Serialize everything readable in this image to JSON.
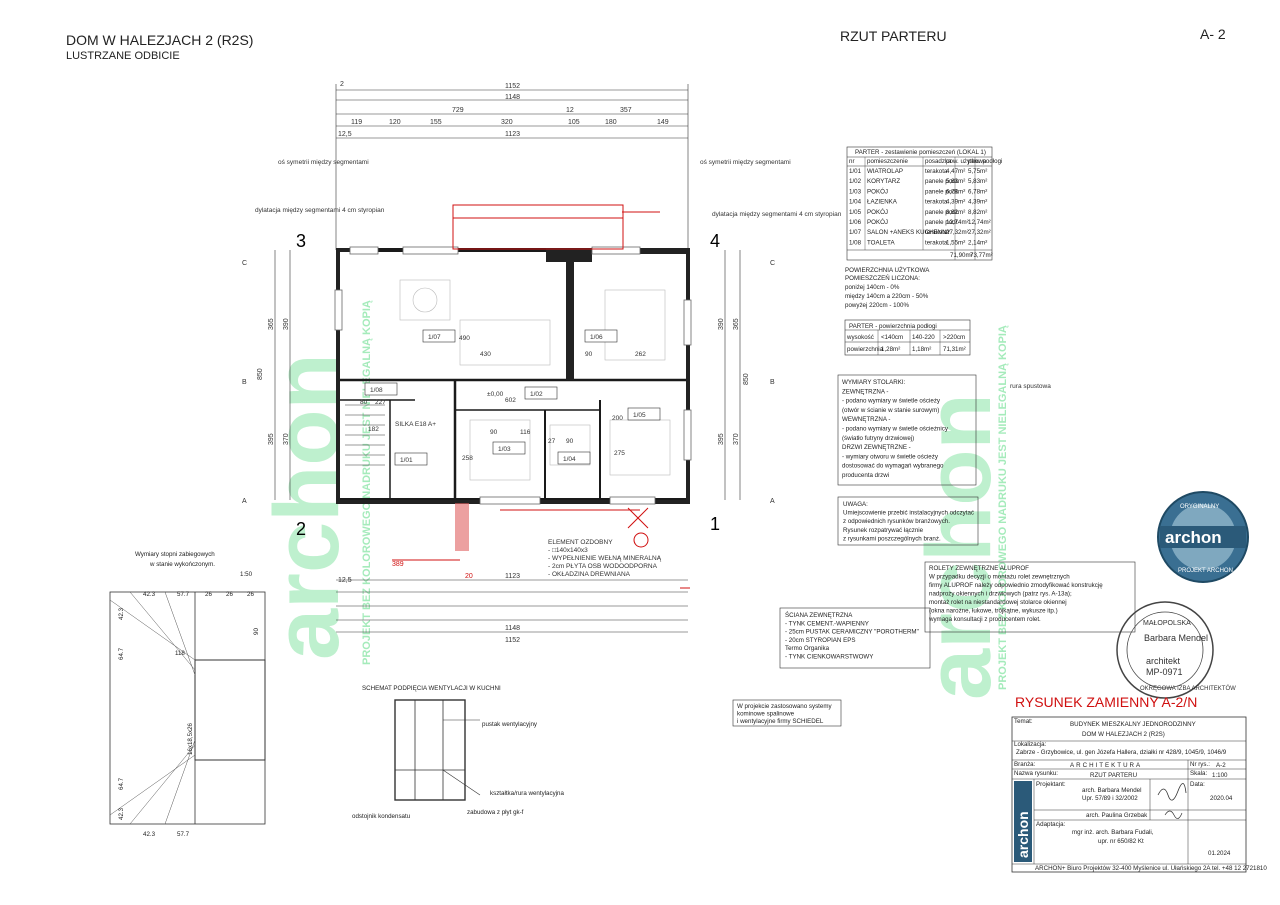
{
  "header": {
    "project_title": "DOM W HALEZJACH 2 (R2S)",
    "project_subtitle": "LUSTRZANE ODBICIE",
    "view_title": "RZUT PARTERU",
    "sheet_number": "A- 2"
  },
  "watermark": {
    "brand": "archon",
    "vertical_notice_left": "PROJEKT BEZ KOLOROWEGO NADRUKU JEST NIELEGALNĄ KOPIĄ",
    "vertical_notice_right": "PROJEKT BEZ KOLOROWEGO NADRUKU JEST NIELEGALNĄ KOPIĄ"
  },
  "dimensions": {
    "top": [
      "1152",
      "1148",
      "729",
      "12",
      "357",
      "119",
      "120",
      "155",
      "320",
      "105",
      "180",
      "149",
      "1123",
      "12,5",
      "2"
    ],
    "bottom": [
      "1123",
      "1148",
      "1152",
      "389",
      "20",
      "12,5"
    ],
    "left": [
      "365",
      "390",
      "850",
      "395",
      "370"
    ],
    "right": [
      "390",
      "365",
      "850",
      "395",
      "370"
    ]
  },
  "axes": {
    "numbers": [
      "3",
      "4",
      "2",
      "1"
    ],
    "letters": [
      "C",
      "B",
      "A"
    ]
  },
  "rooms": [
    {
      "id": "1/07",
      "w": "430",
      "h": "490"
    },
    {
      "id": "1/06",
      "w": "262",
      "h": "90"
    },
    {
      "id": "1/08",
      "w": "227",
      "h": "80"
    },
    {
      "id": "1/02",
      "w": "602",
      "h": "±0,00"
    },
    {
      "id": "1/05",
      "w": "275",
      "h": "200"
    },
    {
      "id": "1/01",
      "w": "182",
      "h": "258"
    },
    {
      "id": "1/03",
      "w": "116",
      "h": "90"
    },
    {
      "id": "1/04",
      "w": "90",
      "h": "27"
    }
  ],
  "room_table": {
    "title": "PARTER - zestawienie pomieszczeń (LOKAL 1)",
    "headers": [
      "nr",
      "pomieszczenie",
      "posadzka",
      "pow. użytkowa",
      "pow. podłogi"
    ],
    "rows": [
      [
        "1/01",
        "WIATROLAP",
        "terakota",
        "4,47m²",
        "5,75m²"
      ],
      [
        "1/02",
        "KORYTARZ",
        "panele podł.",
        "5,83m²",
        "5,83m²"
      ],
      [
        "1/03",
        "POKÓJ",
        "panele podł.",
        "6,78m²",
        "6,78m²"
      ],
      [
        "1/04",
        "ŁAZIENKA",
        "terakota",
        "4,39m²",
        "4,39m²"
      ],
      [
        "1/05",
        "POKÓJ",
        "panele podł.",
        "8,82m²",
        "8,82m²"
      ],
      [
        "1/06",
        "POKÓJ",
        "panele podł.",
        "12,74m²",
        "12,74m²"
      ],
      [
        "1/07",
        "SALON +ANEKS KUCHENNY",
        "terakota",
        "27,32m²",
        "27,32m²"
      ],
      [
        "1/08",
        "TOALETA",
        "terakota",
        "1,55m²",
        "2,14m²"
      ]
    ],
    "total_usable": "71,90m²",
    "total_floor": "73,77m²"
  },
  "usable_note": {
    "lines": [
      "POWIERZCHNIA UŻYTKOWA",
      "POMIESZCZEŃ LICZONA:",
      "poniżej 140cm - 0%",
      "między 140cm a 220cm - 50%",
      "powyżej 220cm - 100%"
    ]
  },
  "floor_area_table": {
    "title": "PARTER - powierzchnia podłogi",
    "headers": [
      "wysokość",
      "<140cm",
      "140-220",
      ">220cm"
    ],
    "row": [
      "powierzchnia",
      "1,28m²",
      "1,18m²",
      "71,31m²"
    ]
  },
  "joinery_note": {
    "lines": [
      "WYMIARY STOLARKI:",
      "ZEWNĘTRZNA -",
      "- podano wymiary w świetle ościeży",
      "(otwór w ścianie w stanie surowym)",
      "WEWNĘTRZNA -",
      "- podano wymiary w świetle ościeżnicy",
      "(światło futryny drzwiowej)",
      "DRZWI ZEWNĘTRZNE -",
      "- wymiary otworu w świetle ościeży",
      "dostosować do wymagań wybranego",
      "producenta drzwi"
    ]
  },
  "install_note": {
    "lines": [
      "UWAGA:",
      "Umiejscowienie przebić instalacyjnych odczytać",
      "z odpowiednich rysunków branżowych.",
      "Rysunek rozpatrywać łącznie",
      "z rysunkami poszczególnych branż."
    ]
  },
  "shutter_note": {
    "lines": [
      "ROLETY ZEWNĘTRZNE ALUPROF",
      "W przypadku decyzji o montażu rolet zewnętrznych",
      "firmy ALUPROF należy odpowiednio zmodyfikować konstrukcję",
      "nadproży okiennych i drzwiowych (patrz rys. A-13a);",
      "montaż rolet na niestandardowej stolarce okiennej",
      "(okna narożne, łukowe, trójkątne, wykusze itp.)",
      "wymaga konsultacji z producentem rolet."
    ]
  },
  "wall_note": {
    "lines": [
      "ŚCIANA ZEWNĘTRZNA",
      "- TYNK CEMENT.-WAPIENNY",
      "- 25cm PUSTAK CERAMICZNY \"POROTHERM\"",
      "- 20cm STYROPIAN EPS",
      "Termo Organika",
      "- TYNK CIENKOWARSTWOWY"
    ]
  },
  "chimney_note": {
    "lines": [
      "W projekcie zastosowano systemy",
      "kominowe spalinowe",
      "i wentylacyjne firmy SCHIEDEL"
    ]
  },
  "element_note": {
    "lines": [
      "ELEMENT OZDOBNY",
      "- □140x140x3",
      "- WYPEŁNIENIE WEŁNĄ MINERALNĄ",
      "- 2cm PŁYTA OSB WODOODPORNA",
      "- OKŁADZINA DREWNIANA"
    ]
  },
  "stairs": {
    "title_line1": "Wymiary stopni zabiegowych",
    "title_line2": "w stanie wykończonym.",
    "scale": "1:50",
    "steps": "16x18,5x26",
    "dims": [
      "42.3",
      "57.7",
      "26",
      "26",
      "26",
      "118",
      "64.7",
      "42.3",
      "90"
    ]
  },
  "vent_schema": {
    "title": "SCHEMAT PODPIĘCIA WENTYLACJI W KUCHNI",
    "labels": [
      "pustak wentylacyjny",
      "kształtka/rura wentylacyjna",
      "odstojnik kondensatu",
      "zabudowa z płyt gk-f"
    ]
  },
  "misc_labels": {
    "segment_left": "oś symetrii między segmentami",
    "segment_right": "oś symetrii między segmentami",
    "dilation_left": "dylatacja między segmentami 4 cm styropian",
    "dilation_right": "dylatacja między segmentami 4 cm styropian",
    "down_pipe": "rura spustowa",
    "silka": "SILKA E18 A+"
  },
  "replacement": {
    "text": "RYSUNEK ZAMIENNY A-2/N"
  },
  "title_block": {
    "temat_label": "Temat:",
    "building": "BUDYNEK MIESZKALNY JEDNORODZINNY",
    "building_name": "DOM W HALEZJACH 2 (R2S)",
    "location_label": "Lokalizacja:",
    "location": "Zabrze - Grzybowice, ul. gen Józefa Hallera, działki nr 428/9, 1045/9, 1046/9",
    "branch_label": "Branża:",
    "branch": "ARCHITEKTURA",
    "sheet_label": "Nr rys.:",
    "sheet": "A-2",
    "drawing_label": "Nazwa rysunku:",
    "drawing": "RZUT PARTERU",
    "scale_label": "Skala:",
    "scale": "1:100",
    "designer_label": "Projektant:",
    "designer": "arch. Barbara Mendel",
    "designer_license": "Upr. 57/89 i 32/2002",
    "date_label": "Data:",
    "date": "2020.04",
    "assistant": "arch. Paulina Grzebak",
    "adapt_label": "Adaptacja:",
    "adapter": "mgr inż. arch. Barbara Fudali,",
    "adapter_license": "upr. nr 650/82 Kt",
    "adapt_date": "01.2024",
    "footer": "ARCHON+ Biuro Projektów  32-400 Myślenice  ul. Ułańskiego 2A  tel. +48 12 2721810"
  },
  "stamps": {
    "original_top": "ORYGINALNY",
    "original_bottom": "PROJEKT ARCHON",
    "brand": "archon",
    "chamber_top": "MAŁOPOLSKA",
    "chamber_bottom": "OKRĘGOWA IZBA ARCHITEKTÓW",
    "architect_name": "Barbara Mendel",
    "architect_title": "architekt",
    "architect_number": "MP-0971"
  },
  "colors": {
    "red_accent": "#d01010",
    "watermark_green": "#39d36a",
    "line": "#222222"
  }
}
